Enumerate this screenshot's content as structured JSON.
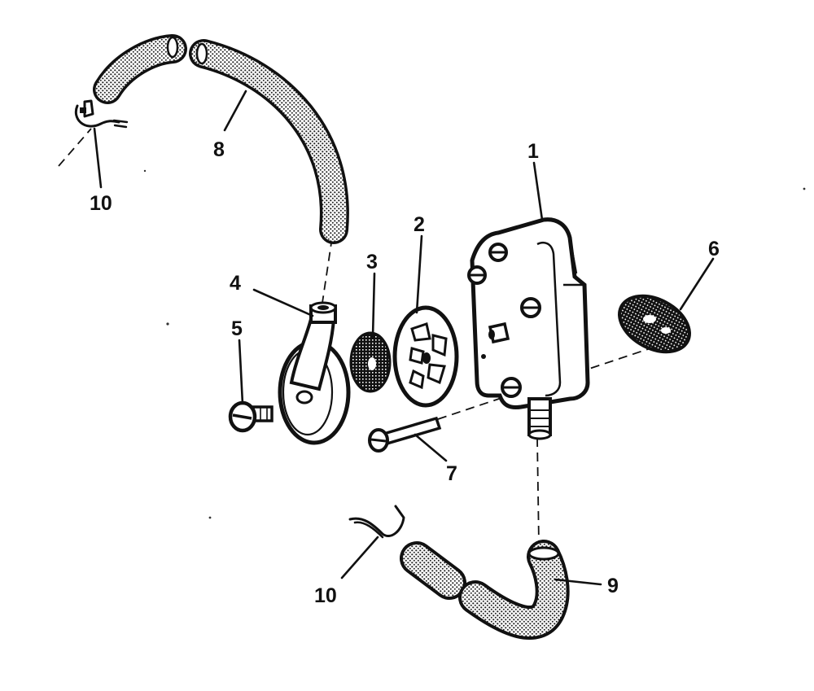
{
  "diagram": {
    "callouts": [
      {
        "id": "1",
        "label": "1"
      },
      {
        "id": "2",
        "label": "2"
      },
      {
        "id": "3",
        "label": "3"
      },
      {
        "id": "4",
        "label": "4"
      },
      {
        "id": "5",
        "label": "5"
      },
      {
        "id": "6",
        "label": "6"
      },
      {
        "id": "7",
        "label": "7"
      },
      {
        "id": "8",
        "label": "8"
      },
      {
        "id": "9",
        "label": "9"
      },
      {
        "id": "10a",
        "label": "10"
      },
      {
        "id": "10b",
        "label": "10"
      }
    ],
    "parts": [
      {
        "part": "pump-body",
        "callout": "1"
      },
      {
        "part": "valve-plate",
        "callout": "2"
      },
      {
        "part": "filter-screen",
        "callout": "3"
      },
      {
        "part": "inlet-cover",
        "callout": "4"
      },
      {
        "part": "cover-screw",
        "callout": "5"
      },
      {
        "part": "gasket",
        "callout": "6"
      },
      {
        "part": "mounting-screw",
        "callout": "7"
      },
      {
        "part": "fuel-hose-upper",
        "callout": "8"
      },
      {
        "part": "fuel-hose-lower",
        "callout": "9"
      },
      {
        "part": "hose-clamp",
        "callout": "10"
      }
    ],
    "colors": {
      "ink": "#111111",
      "paper": "#ffffff"
    }
  }
}
